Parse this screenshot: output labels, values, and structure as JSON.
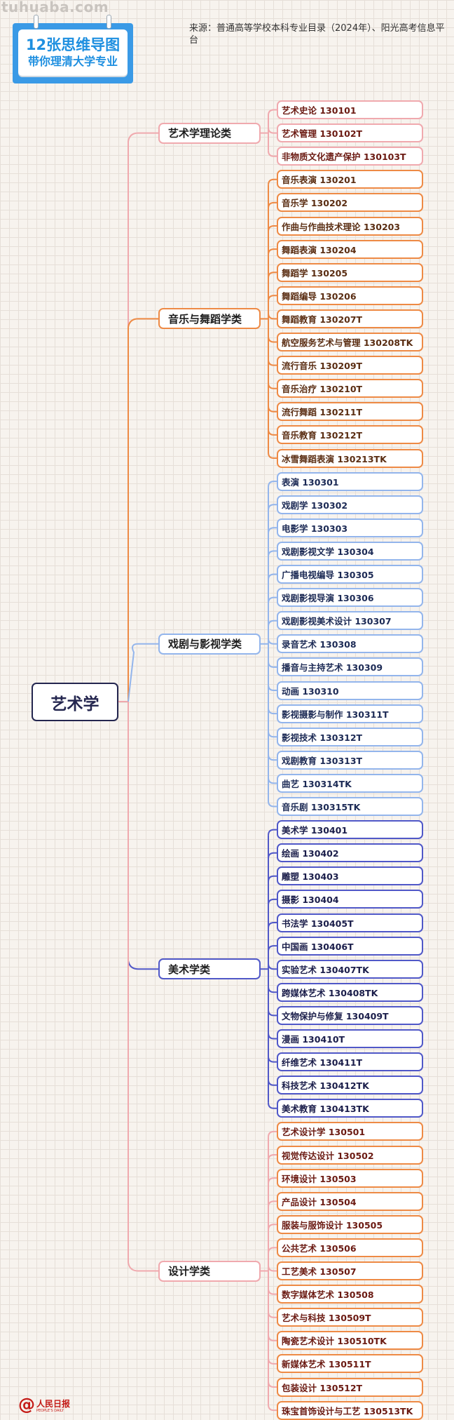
{
  "watermark": "tuhuaba.com",
  "badge": {
    "line1": "12张思维导图",
    "line2": "带你理清大学专业",
    "color": "#3a9ae6"
  },
  "source": "来源：普通高等学校本科专业目录（2024年）、阳光高考信息平台",
  "root": {
    "label": "艺术学",
    "color": "#24264f"
  },
  "categories": [
    {
      "label": "艺术学理论类",
      "border": "#f0a9ae",
      "line": "#f0a9ae",
      "text": "#6b1a12",
      "items": [
        "艺术史论 130101",
        "艺术管理 130102T",
        "非物质文化遗产保护 130103T"
      ]
    },
    {
      "label": "音乐与舞蹈学类",
      "border": "#ee8a45",
      "line": "#ee8a45",
      "text": "#5a2d12",
      "items": [
        "音乐表演 130201",
        "音乐学 130202",
        "作曲与作曲技术理论 130203",
        "舞蹈表演 130204",
        "舞蹈学 130205",
        "舞蹈编导 130206",
        "舞蹈教育 130207T",
        "航空服务艺术与管理 130208TK",
        "流行音乐 130209T",
        "音乐治疗 130210T",
        "流行舞蹈 130211T",
        "音乐教育 130212T",
        "冰雪舞蹈表演 130213TK"
      ]
    },
    {
      "label": "戏剧与影视学类",
      "border": "#93b5ec",
      "line": "#93b5ec",
      "text": "#1c2a55",
      "items": [
        "表演 130301",
        "戏剧学 130302",
        "电影学 130303",
        "戏剧影视文学 130304",
        "广播电视编导 130305",
        "戏剧影视导演 130306",
        "戏剧影视美术设计 130307",
        "录音艺术 130308",
        "播音与主持艺术 130309",
        "动画 130310",
        "影视摄影与制作 130311T",
        "影视技术 130312T",
        "戏剧教育 130313T",
        "曲艺 130314TK",
        "音乐剧 130315TK"
      ]
    },
    {
      "label": "美术学类",
      "border": "#5058c8",
      "line": "#5058c8",
      "text": "#1a1d4a",
      "items": [
        "美术学 130401",
        "绘画 130402",
        "雕塑 130403",
        "摄影 130404",
        "书法学 130405T",
        "中国画 130406T",
        "实验艺术 130407TK",
        "跨媒体艺术 130408TK",
        "文物保护与修复 130409T",
        "漫画 130410T",
        "纤维艺术 130411T",
        "科技艺术 130412TK",
        "美术教育 130413TK"
      ]
    },
    {
      "label": "设计学类",
      "border_cat": "#f0a9ae",
      "border": "#ee8a45",
      "line": "#f0a9ae",
      "text": "#6b1a12",
      "items": [
        "艺术设计学 130501",
        "视觉传达设计 130502",
        "环境设计 130503",
        "产品设计 130504",
        "服装与服饰设计 130505",
        "公共艺术 130506",
        "工艺美术 130507",
        "数字媒体艺术 130508",
        "艺术与科技 130509T",
        "陶瓷艺术设计 130510TK",
        "新媒体艺术 130511T",
        "包装设计 130512T",
        "珠宝首饰设计与工艺 130513TK"
      ]
    }
  ],
  "logo": {
    "mark": "@",
    "name": "人民日报",
    "sub": "PEOPLE'S DAILY",
    "color": "#c41a16"
  }
}
